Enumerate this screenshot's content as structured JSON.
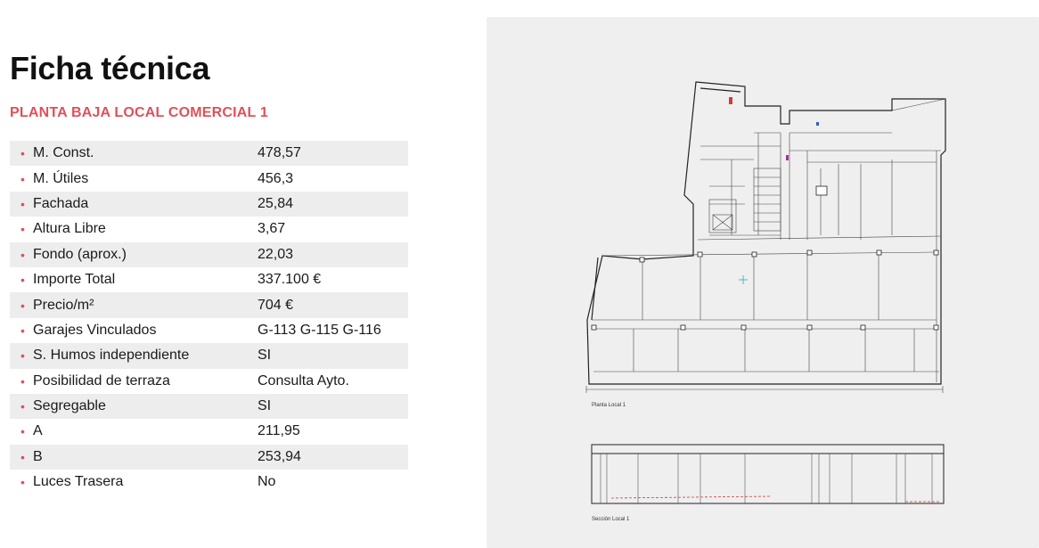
{
  "title": "Ficha técnica",
  "subtitle": "PLANTA BAJA LOCAL COMERCIAL 1",
  "specs": [
    {
      "label": "M. Const.",
      "value": "478,57"
    },
    {
      "label": "M. Útiles",
      "value": "456,3"
    },
    {
      "label": "Fachada",
      "value": "25,84"
    },
    {
      "label": "Altura Libre",
      "value": "3,67"
    },
    {
      "label": "Fondo (aprox.)",
      "value": "22,03"
    },
    {
      "label": "Importe Total",
      "value": "337.100 €"
    },
    {
      "label": "Precio/m²",
      "value": "704 €"
    },
    {
      "label": "Garajes Vinculados",
      "value": "G-113 G-115 G-116"
    },
    {
      "label": "S. Humos independiente",
      "value": "SI"
    },
    {
      "label": "Posibilidad  de terraza",
      "value": "Consulta Ayto."
    },
    {
      "label": "Segregable",
      "value": "SI"
    },
    {
      "label": "A",
      "value": "211,95"
    },
    {
      "label": "B",
      "value": "253,94"
    },
    {
      "label": "Luces Trasera",
      "value": "No"
    }
  ],
  "bullet_char": "•",
  "plan": {
    "caption_plan": "Planta Local 1",
    "caption_section": "Sección  Local 1"
  },
  "colors": {
    "accent": "#e0505a",
    "row_shade": "#ededed",
    "panel_bg": "#efefef"
  }
}
